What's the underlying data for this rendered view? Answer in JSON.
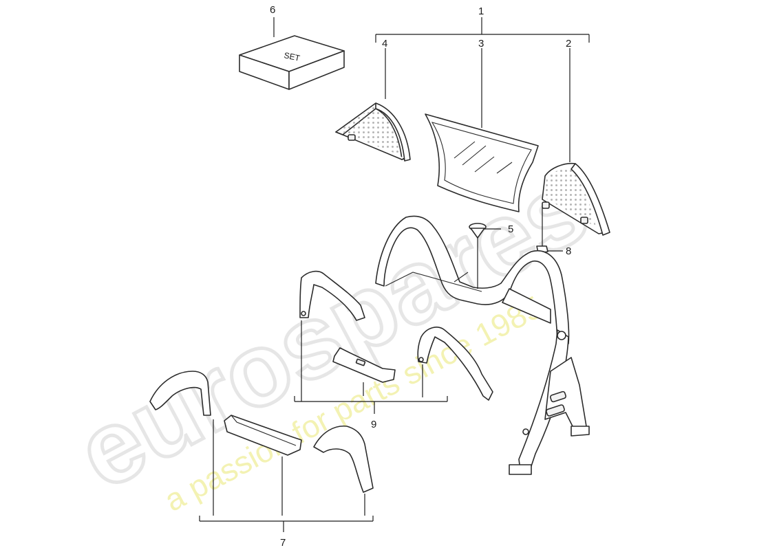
{
  "diagram": {
    "set_box_label": "SET",
    "callouts": {
      "c1": "1",
      "c2": "2",
      "c3": "3",
      "c4": "4",
      "c5": "5",
      "c6": "6",
      "c7": "7",
      "c8": "8",
      "c9": "9"
    }
  },
  "watermark": {
    "logo_text": "eurospares",
    "tagline": "a passion for parts since 1985",
    "tagline_color": "#f0ee9a"
  }
}
